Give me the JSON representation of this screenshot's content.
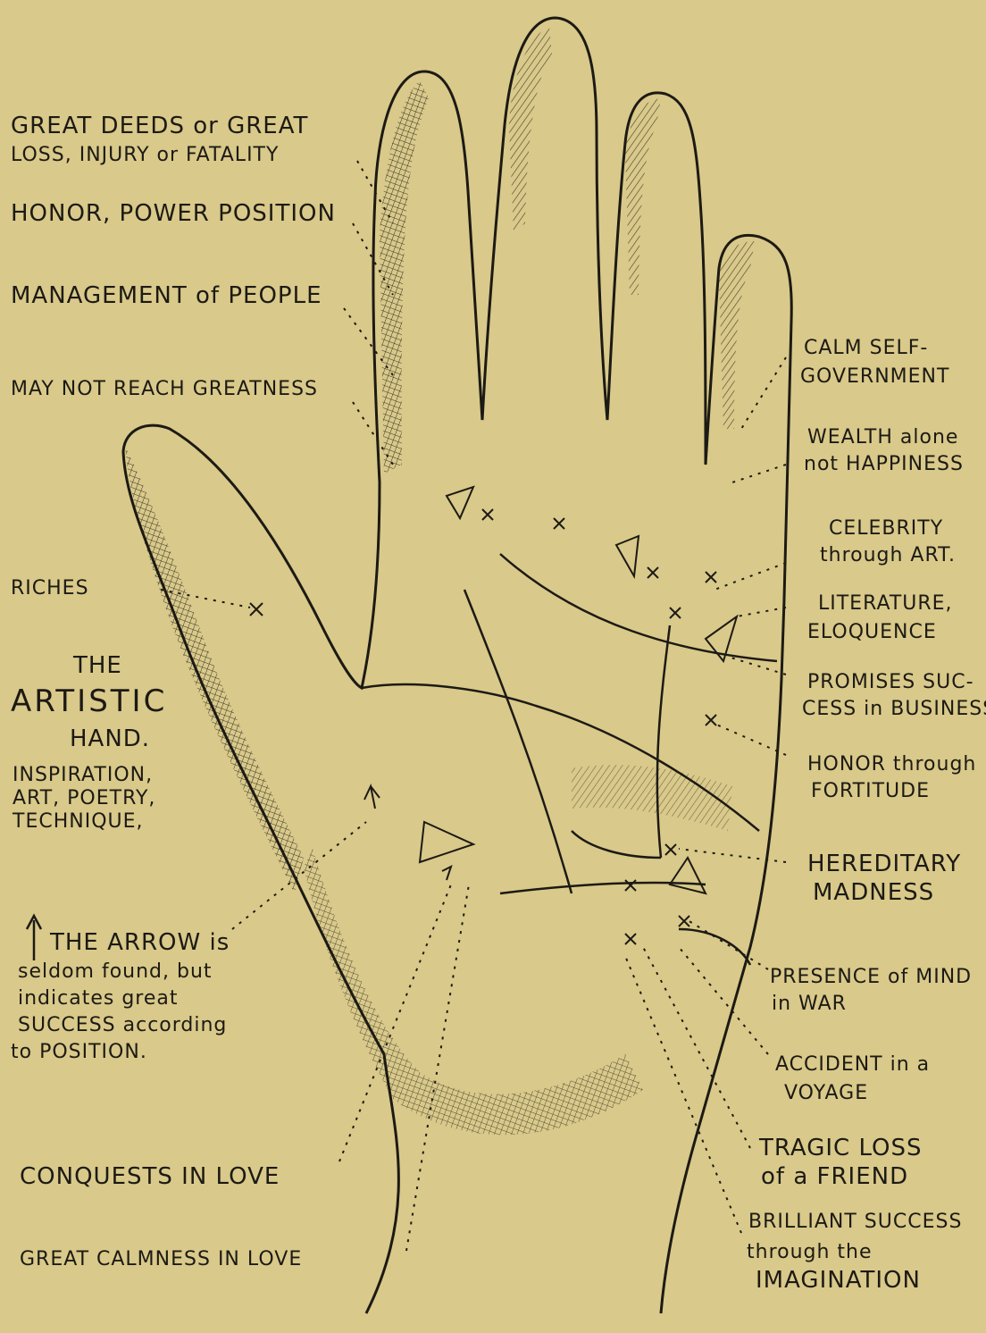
{
  "left_labels": {
    "great_deeds_1": "GREAT DEEDS or GREAT",
    "great_deeds_2": "LOSS, INJURY or FATALITY",
    "honor_power": "HONOR, POWER POSITION",
    "management": "MANAGEMENT of PEOPLE",
    "may_not_reach": "MAY NOT REACH GREATNESS",
    "riches": "RICHES",
    "conquests": "CONQUESTS IN LOVE",
    "great_calmness": "GREAT CALMNESS IN LOVE"
  },
  "title_block": {
    "the": "THE",
    "artistic": "ARTISTIC",
    "hand": "HAND.",
    "line1": "INSPIRATION,",
    "line2": "ART, POETRY,",
    "line3": "TECHNIQUE,"
  },
  "arrow_note": {
    "line1": "THE ARROW is",
    "line2": "seldom found, but",
    "line3": "indicates great",
    "line4": "SUCCESS according",
    "line5": "to POSITION."
  },
  "right_labels": {
    "calm_1": "CALM SELF-",
    "calm_2": "GOVERNMENT",
    "wealth_1": "WEALTH alone",
    "wealth_2": "not HAPPINESS",
    "celebrity_1": "CELEBRITY",
    "celebrity_2": "through ART.",
    "literature_1": "LITERATURE,",
    "literature_2": "ELOQUENCE",
    "promises_1": "PROMISES SUC-",
    "promises_2": "CESS in BUSINESS",
    "honor_1": "HONOR through",
    "honor_2": "FORTITUDE",
    "hereditary_1": "HEREDITARY",
    "hereditary_2": "MADNESS",
    "presence_1": "PRESENCE of MIND",
    "presence_2": "in WAR",
    "accident_1": "ACCIDENT in a",
    "accident_2": "VOYAGE",
    "tragic_1": "TRAGIC LOSS",
    "tragic_2": "of a FRIEND",
    "brilliant_1": "BRILLIANT SUCCESS",
    "brilliant_2": "through the",
    "brilliant_3": "IMAGINATION"
  },
  "colors": {
    "background": "#d9c98a",
    "ink": "#1c1a14"
  }
}
